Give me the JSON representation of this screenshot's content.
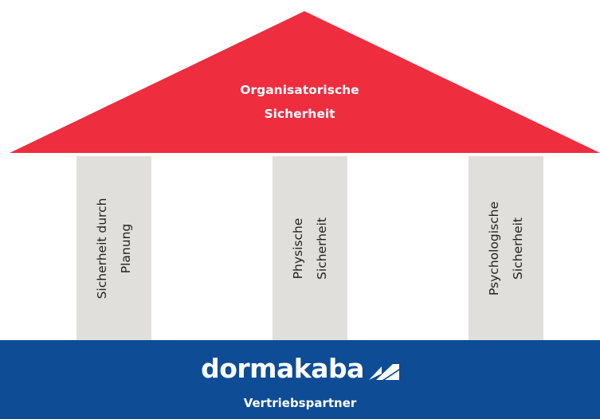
{
  "colors": {
    "roof": "#ee2d3f",
    "pillar": "#e1dfdb",
    "base": "#0e4c95",
    "roof_text": "#ffffff",
    "pillar_text": "#1f1f1f"
  },
  "roof": {
    "label": "Organisatorische\nSicherheit"
  },
  "pillars": [
    {
      "label": "Sicherheit durch\nPlanung"
    },
    {
      "label": "Physische\nSicherheit"
    },
    {
      "label": "Psychologische\nSicherheit"
    }
  ],
  "base": {
    "brand": "dormakaba",
    "brand_icon": "dormakaba-logo-mark",
    "label": "Vertriebspartner"
  }
}
